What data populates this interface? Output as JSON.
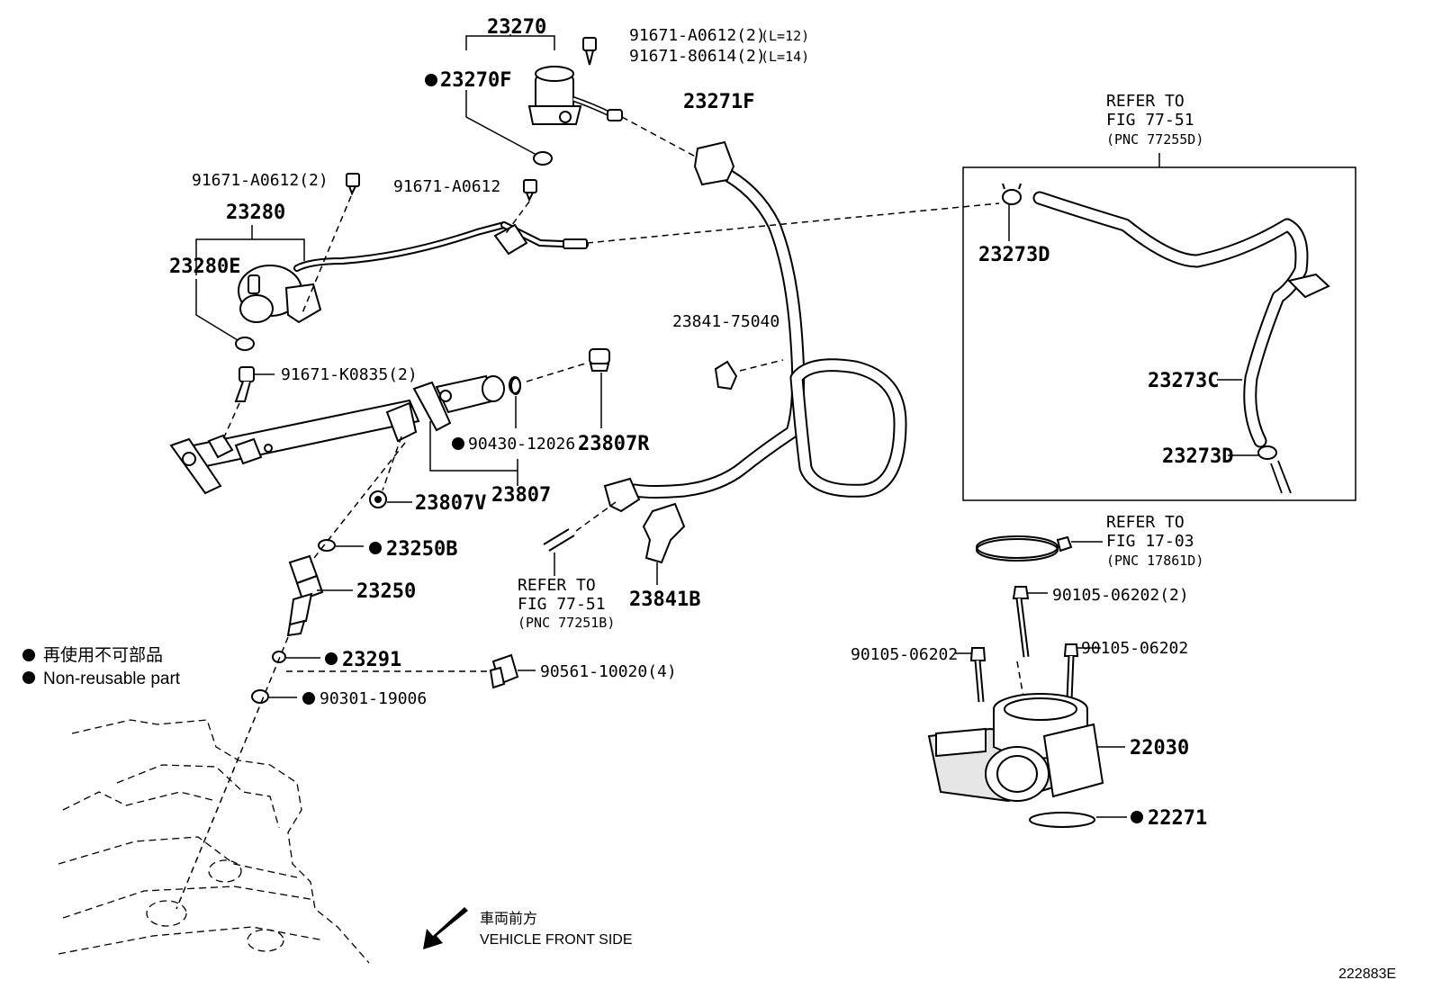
{
  "figure_id": "222883E",
  "legend": {
    "jp": "再使用不可部品",
    "en": "Non-reusable part"
  },
  "direction": {
    "jp": "車両前方",
    "en": "VEHICLE FRONT SIDE"
  },
  "parts": {
    "p23270": "23270",
    "p23270F": "23270F",
    "p91671A0612_2_L12": "91671-A0612(2)",
    "l12": "(L=12)",
    "p9167180614_2_L14": "91671-80614(2)",
    "l14": "(L=14)",
    "p23271F": "23271F",
    "p91671A0612_2": "91671-A0612(2)",
    "p91671A0612": "91671-A0612",
    "p23280": "23280",
    "p23280E": "23280E",
    "p91671K0835_2": "91671-K0835(2)",
    "p23841_75040": "23841-75040",
    "p90430_12026": "90430-12026",
    "p23807R": "23807R",
    "p23807": "23807",
    "p23807V": "23807V",
    "p23250B": "23250B",
    "p23250": "23250",
    "p23291": "23291",
    "p90561_10020_4": "90561-10020(4)",
    "p90301_19006": "90301-19006",
    "p23841B": "23841B",
    "p23273D_top": "23273D",
    "p23273C": "23273C",
    "p23273D_bot": "23273D",
    "p90105_06202_2": "90105-06202(2)",
    "p90105_06202_left": "90105-06202",
    "p90105_06202_right": "90105-06202",
    "p22030": "22030",
    "p22271": "22271"
  },
  "refs": {
    "r1": {
      "line1": "REFER TO",
      "line2": "FIG 77-51",
      "line3": "(PNC 77255D)"
    },
    "r2": {
      "line1": "REFER TO",
      "line2": "FIG 17-03",
      "line3": "(PNC 17861D)"
    },
    "r3": {
      "line1": "REFER TO",
      "line2": "FIG 77-51",
      "line3": "(PNC 77251B)"
    }
  }
}
